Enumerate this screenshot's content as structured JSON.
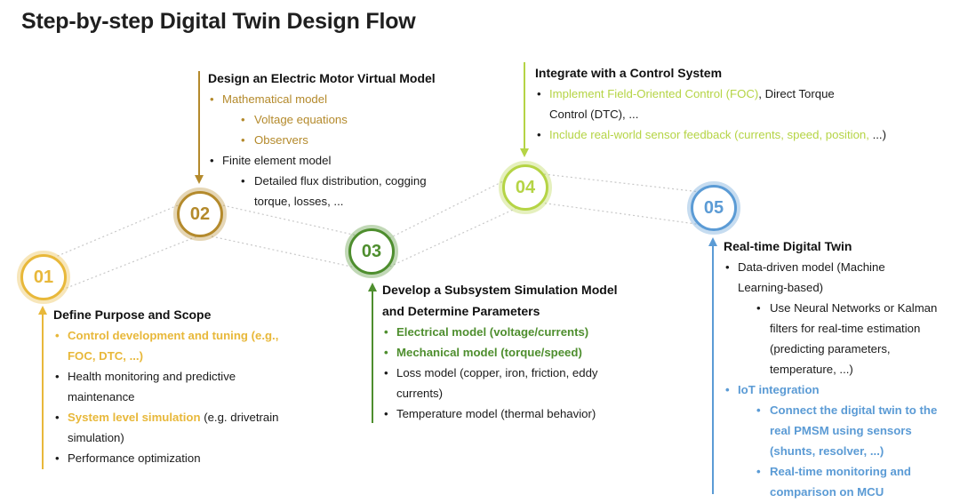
{
  "title": "Step-by-step Digital Twin Design Flow",
  "colors": {
    "step1": "#e8b83a",
    "step2": "#b48a2c",
    "step3": "#4e8e2e",
    "step4": "#b5d445",
    "step5": "#5b9bd5",
    "connector": "#c8c8c8"
  },
  "steps": [
    {
      "number": "01",
      "heading": "Define Purpose and Scope",
      "items": [
        {
          "text": "Control development and tuning (e.g., FOC, DTC, ...)"
        },
        {
          "text": "Health monitoring and predictive maintenance"
        },
        {
          "highlight": "System level simulation",
          "rest": " (e.g. drivetrain simulation)"
        },
        {
          "text": "Performance optimization"
        }
      ]
    },
    {
      "number": "02",
      "heading": "Design an Electric Motor Virtual Model",
      "items": [
        {
          "text": "Mathematical model"
        },
        {
          "text": "Voltage equations"
        },
        {
          "text": "Observers"
        },
        {
          "text": "Finite element model"
        },
        {
          "text": "Detailed flux distribution, cogging torque, losses, ..."
        }
      ]
    },
    {
      "number": "03",
      "heading_line1": "Develop a Subsystem Simulation Model",
      "heading_line2": "and Determine Parameters",
      "items": [
        {
          "text": "Electrical model (voltage/currents)"
        },
        {
          "text": "Mechanical model (torque/speed)"
        },
        {
          "text": "Loss model (copper, iron, friction, eddy currents)"
        },
        {
          "text": "Temperature model (thermal behavior)"
        }
      ]
    },
    {
      "number": "04",
      "heading": "Integrate with a Control System",
      "items": [
        {
          "highlight": "Implement Field-Oriented Control (FOC)",
          "rest": ", Direct Torque Control (DTC), ..."
        },
        {
          "highlight": "Include real-world sensor feedback (currents, speed, position,",
          "rest": " ...)"
        }
      ]
    },
    {
      "number": "05",
      "heading": "Real-time Digital Twin",
      "items": [
        {
          "text": "Data-driven model (Machine Learning-based)"
        },
        {
          "text": "Use Neural Networks or Kalman filters for real-time estimation (predicting parameters, temperature, ...)"
        },
        {
          "text": "IoT integration"
        },
        {
          "text": "Connect the digital twin to the real PMSM using sensors (shunts, resolver, ...)"
        },
        {
          "text": "Real-time monitoring and comparison on MCU"
        }
      ]
    }
  ]
}
